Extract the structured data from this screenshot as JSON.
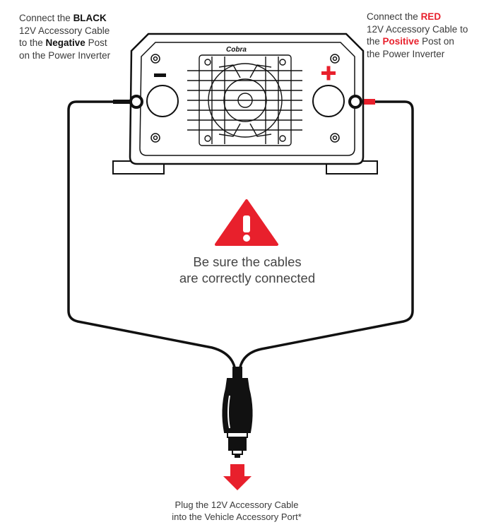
{
  "instructions": {
    "black": {
      "pre1": "Connect the ",
      "bold1": "BLACK",
      "line2": "12V Accessory Cable",
      "pre3": "to the ",
      "bold3": "Negative",
      "post3": " Post",
      "line4": "on the Power Inverter"
    },
    "red": {
      "pre1": "Connect the ",
      "bold1": "RED",
      "line2": "12V Accessory Cable to",
      "pre3": "the ",
      "bold3": "Positive",
      "post3": " Post on",
      "line4": "the Power Inverter"
    },
    "plug": {
      "line1": "Plug the 12V Accessory Cable",
      "line2": "into the Vehicle Accessory Port*"
    }
  },
  "warning": {
    "line1": "Be sure the cables",
    "line2": "are correctly connected"
  },
  "device": {
    "brand": "Cobra",
    "negative_symbol": "−",
    "positive_symbol": "+"
  },
  "colors": {
    "warning_red": "#e8202c",
    "cable_black": "#111111",
    "cable_red": "#e8202c"
  }
}
